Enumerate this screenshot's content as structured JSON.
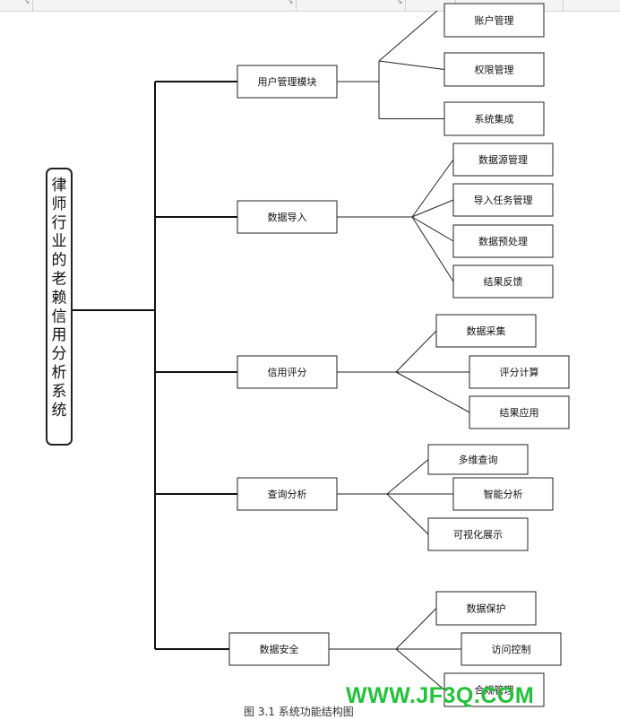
{
  "root": {
    "label": "律师行业的老赖信用分析系统"
  },
  "branches": [
    {
      "label": "用户管理模块",
      "children": [
        "账户管理",
        "权限管理",
        "系统集成"
      ]
    },
    {
      "label": "数据导入",
      "children": [
        "数据源管理",
        "导入任务管理",
        "数据预处理",
        "结果反馈"
      ]
    },
    {
      "label": "信用评分",
      "children": [
        "数据采集",
        "评分计算",
        "结果应用"
      ]
    },
    {
      "label": "查询分析",
      "children": [
        "多维查询",
        "智能分析",
        "可视化展示"
      ]
    },
    {
      "label": "数据安全",
      "children": [
        "数据保护",
        "访问控制",
        "合规管理"
      ]
    }
  ],
  "caption": "图 3.1 系统功能结构图",
  "watermark": "WWW.JF3Q.COM",
  "colors": {
    "watermark": "#22c23a",
    "line": "#222222"
  }
}
